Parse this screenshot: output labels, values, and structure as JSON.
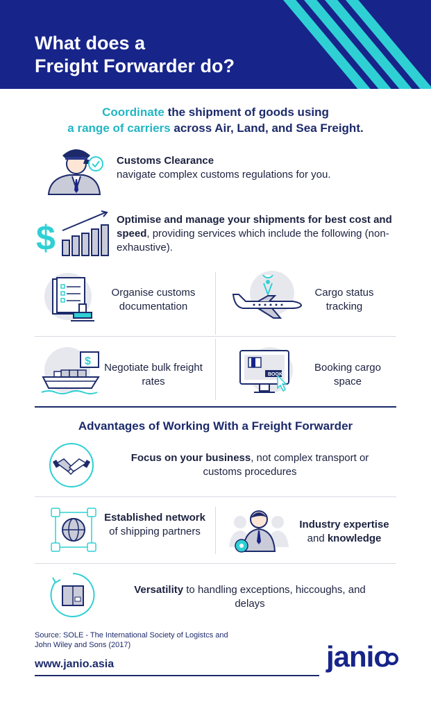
{
  "header": {
    "title_line1": "What does a",
    "title_line2": "Freight Forwarder do?"
  },
  "intro": {
    "line1_accent": "Coordinate",
    "line1_rest": " the shipment of goods using",
    "line2_accent": "a range of carriers",
    "line2_rest": " across Air, Land, and Sea Freight."
  },
  "customs": {
    "title": "Customs Clearance",
    "desc": "navigate complex customs regulations for you."
  },
  "optimise": {
    "bold": "Optimise and manage your shipments for best cost and speed",
    "rest": ", providing services which include the following (non-exhaustive).",
    "icon_symbol": "$"
  },
  "services": [
    {
      "label": "Organise customs documentation",
      "icon": "documents-stamp-icon"
    },
    {
      "label": "Cargo status tracking",
      "icon": "airplane-location-icon"
    },
    {
      "label": "Negotiate bulk freight rates",
      "icon": "cargo-ship-icon"
    },
    {
      "label": "Booking cargo space",
      "icon": "monitor-booking-icon"
    }
  ],
  "booking_button_label": "BOOK",
  "advantages": {
    "title": "Advantages of Working With a Freight Forwarder",
    "items": {
      "focus_bold": "Focus on your business",
      "focus_rest": ", not complex transport or customs procedures",
      "network_bold": "Established network",
      "network_rest": " of shipping partners",
      "expertise_bold1": "Industry expertise",
      "expertise_mid": " and ",
      "expertise_bold2": "knowledge",
      "versatility_bold": "Versatility",
      "versatility_rest": " to handling exceptions, hiccoughs, and delays"
    }
  },
  "footer": {
    "source_line1": "Source: SOLE - The International Society of Logistcs and",
    "source_line2": "John Wiley and Sons (2017)",
    "url": "www.janio.asia",
    "logo": "janio"
  },
  "colors": {
    "navy": "#17248a",
    "teal": "#2fd0d4",
    "text": "#1c2240",
    "grey_circle": "#e7e8ee"
  }
}
